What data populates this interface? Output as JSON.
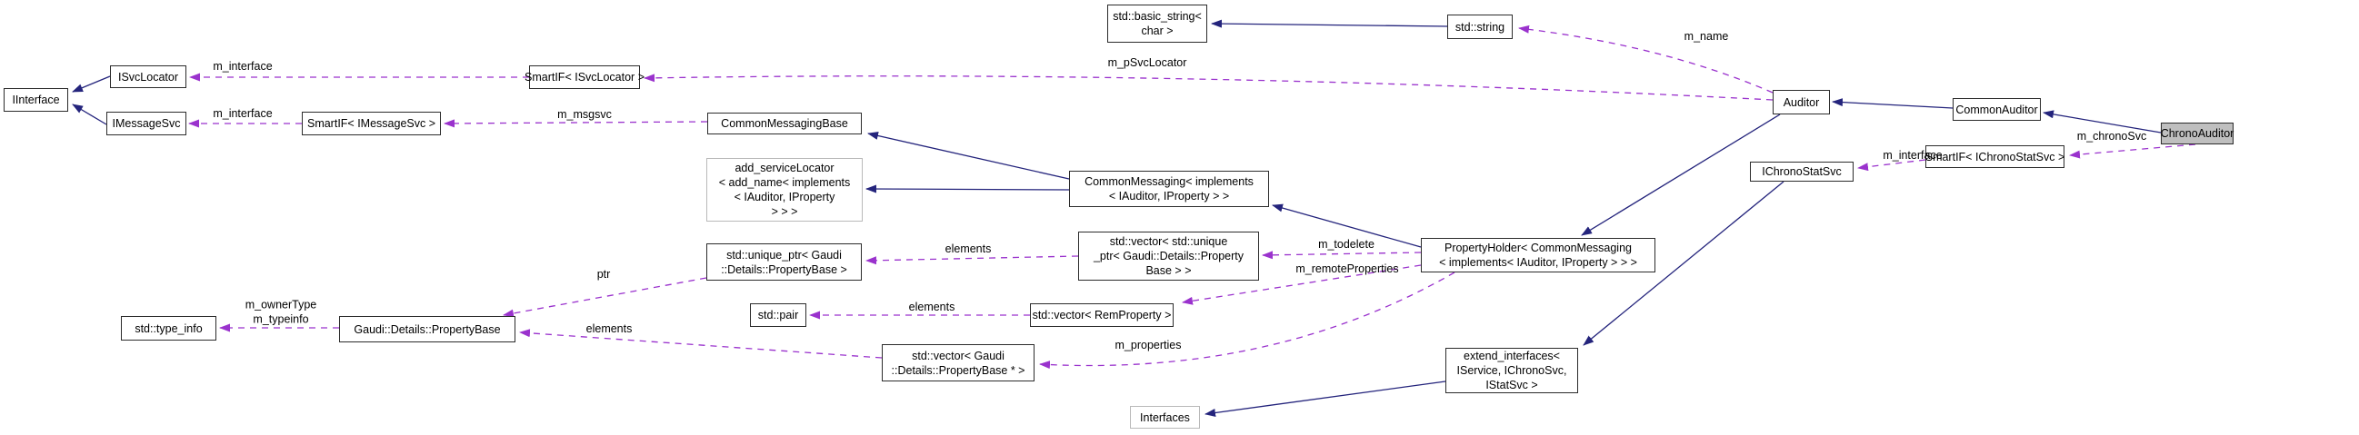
{
  "diagram": {
    "kind": "doxygen-collaboration-graph",
    "highlighted_node": "ChronoAuditor"
  },
  "colors": {
    "inheritance_edge": "#24247c",
    "usage_edge": "#9a32cd",
    "node_border": "#2b2b2b",
    "external_node_border": "#b9b9b9",
    "highlight_node_fill": "#bfbfbf",
    "node_fill": "#ffffff",
    "text": "#000000",
    "background": "#ffffff"
  },
  "nodes": [
    {
      "id": "std-basic-string",
      "label": "std::basic_string<\nchar >"
    },
    {
      "id": "std-string",
      "label": "std::string"
    },
    {
      "id": "iinterface",
      "label": "IInterface"
    },
    {
      "id": "isvclocator",
      "label": "ISvcLocator"
    },
    {
      "id": "imessagesvc",
      "label": "IMessageSvc"
    },
    {
      "id": "smartif-imessagesvc",
      "label": "SmartIF< IMessageSvc >"
    },
    {
      "id": "smartif-isvclocator",
      "label": "SmartIF< ISvcLocator >"
    },
    {
      "id": "commonmessagingbase",
      "label": "CommonMessagingBase"
    },
    {
      "id": "add-servicelocator",
      "label": "add_serviceLocator\n< add_name< implements\n< IAuditor, IProperty\n> > >"
    },
    {
      "id": "commonmessaging",
      "label": "CommonMessaging< implements\n< IAuditor, IProperty > >"
    },
    {
      "id": "vector-unique-ptr",
      "label": "std::vector< std::unique\n_ptr< Gaudi::Details::Property\nBase > >"
    },
    {
      "id": "propertyholder",
      "label": "PropertyHolder< CommonMessaging\n< implements< IAuditor, IProperty > > >"
    },
    {
      "id": "unique-ptr-propertybase",
      "label": "std::unique_ptr< Gaudi\n::Details::PropertyBase >"
    },
    {
      "id": "std-pair",
      "label": "std::pair"
    },
    {
      "id": "vector-remproperty",
      "label": "std::vector< RemProperty >"
    },
    {
      "id": "std-type-info",
      "label": "std::type_info"
    },
    {
      "id": "gaudi-details-propertybase",
      "label": "Gaudi::Details::PropertyBase"
    },
    {
      "id": "vector-propertybase-ptr",
      "label": "std::vector< Gaudi\n::Details::PropertyBase * >"
    },
    {
      "id": "auditor",
      "label": "Auditor"
    },
    {
      "id": "commonauditor",
      "label": "CommonAuditor"
    },
    {
      "id": "chronoauditor",
      "label": "ChronoAuditor"
    },
    {
      "id": "smartif-ichronostatsvc",
      "label": "SmartIF< IChronoStatSvc >"
    },
    {
      "id": "ichronostatsvc",
      "label": "IChronoStatSvc"
    },
    {
      "id": "extend-interfaces",
      "label": "extend_interfaces<\nIService, IChronoSvc,\nIStatSvc >"
    },
    {
      "id": "interfaces",
      "label": "Interfaces"
    }
  ],
  "edges": [
    {
      "from": "std-string",
      "to": "std-basic-string",
      "style": "inheritance",
      "label": ""
    },
    {
      "from": "isvclocator",
      "to": "iinterface",
      "style": "inheritance",
      "label": ""
    },
    {
      "from": "imessagesvc",
      "to": "iinterface",
      "style": "inheritance",
      "label": ""
    },
    {
      "from": "commonmessaging",
      "to": "commonmessagingbase",
      "style": "inheritance",
      "label": ""
    },
    {
      "from": "commonmessaging",
      "to": "add-servicelocator",
      "style": "inheritance",
      "label": ""
    },
    {
      "from": "propertyholder",
      "to": "commonmessaging",
      "style": "inheritance",
      "label": ""
    },
    {
      "from": "auditor",
      "to": "propertyholder",
      "style": "inheritance",
      "label": ""
    },
    {
      "from": "commonauditor",
      "to": "auditor",
      "style": "inheritance",
      "label": ""
    },
    {
      "from": "chronoauditor",
      "to": "commonauditor",
      "style": "inheritance",
      "label": ""
    },
    {
      "from": "ichronostatsvc",
      "to": "extend-interfaces",
      "style": "inheritance",
      "label": ""
    },
    {
      "from": "extend-interfaces",
      "to": "interfaces",
      "style": "inheritance",
      "label": ""
    },
    {
      "from": "auditor",
      "to": "std-string",
      "style": "usage",
      "label": "m_name"
    },
    {
      "from": "auditor",
      "to": "smartif-isvclocator",
      "style": "usage",
      "label": "m_pSvcLocator"
    },
    {
      "from": "smartif-isvclocator",
      "to": "isvclocator",
      "style": "usage",
      "label": "m_interface"
    },
    {
      "from": "smartif-imessagesvc",
      "to": "imessagesvc",
      "style": "usage",
      "label": "m_interface"
    },
    {
      "from": "commonmessagingbase",
      "to": "smartif-imessagesvc",
      "style": "usage",
      "label": "m_msgsvc"
    },
    {
      "from": "propertyholder",
      "to": "vector-unique-ptr",
      "style": "usage",
      "label": "m_todelete"
    },
    {
      "from": "propertyholder",
      "to": "vector-remproperty",
      "style": "usage",
      "label": "m_remoteProperties"
    },
    {
      "from": "propertyholder",
      "to": "vector-propertybase-ptr",
      "style": "usage",
      "label": "m_properties"
    },
    {
      "from": "vector-unique-ptr",
      "to": "unique-ptr-propertybase",
      "style": "usage",
      "label": "elements"
    },
    {
      "from": "vector-remproperty",
      "to": "std-pair",
      "style": "usage",
      "label": "elements"
    },
    {
      "from": "vector-propertybase-ptr",
      "to": "gaudi-details-propertybase",
      "style": "usage",
      "label": "elements"
    },
    {
      "from": "unique-ptr-propertybase",
      "to": "gaudi-details-propertybase",
      "style": "usage",
      "label": "ptr"
    },
    {
      "from": "gaudi-details-propertybase",
      "to": "std-type-info",
      "style": "usage",
      "label": "m_ownerType\nm_typeinfo"
    },
    {
      "from": "chronoauditor",
      "to": "smartif-ichronostatsvc",
      "style": "usage",
      "label": "m_chronoSvc"
    },
    {
      "from": "smartif-ichronostatsvc",
      "to": "ichronostatsvc",
      "style": "usage",
      "label": "m_interface"
    }
  ]
}
